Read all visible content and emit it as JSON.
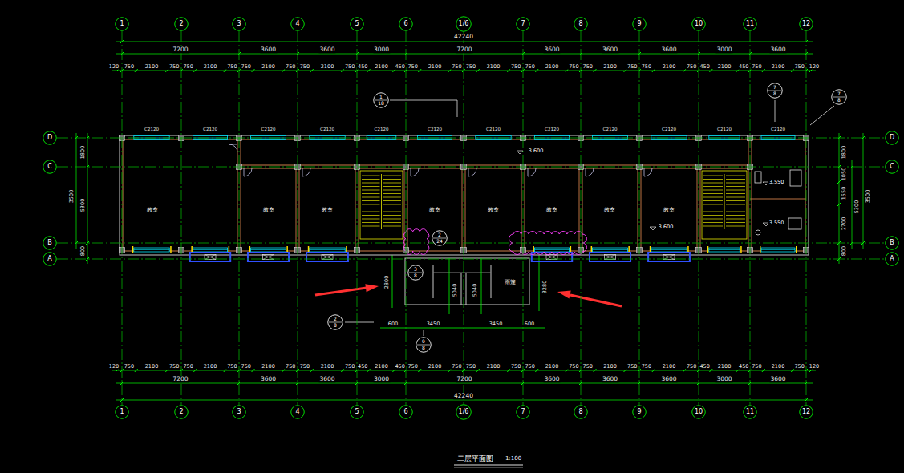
{
  "diagram": {
    "caption": "二层平面图",
    "nodes": [
      {
        "text": [
          "1"
        ]
      },
      {
        "text": [
          "2"
        ]
      },
      {
        "text": [
          "3"
        ]
      },
      {
        "text": [
          "4"
        ]
      },
      {
        "text": [
          "5"
        ]
      },
      {
        "text": [
          "6"
        ]
      },
      {
        "text": [
          "1/6"
        ]
      },
      {
        "text": [
          "7"
        ]
      },
      {
        "text": [
          "8"
        ]
      },
      {
        "text": [
          "9"
        ]
      },
      {
        "text": [
          "10"
        ]
      },
      {
        "text": [
          "11"
        ]
      },
      {
        "text": [
          "12"
        ]
      },
      {
        "text": [
          "D"
        ]
      },
      {
        "text": [
          "C"
        ]
      },
      {
        "text": [
          "B"
        ]
      },
      {
        "text": [
          "A"
        ]
      },
      {
        "text": [
          "D"
        ]
      },
      {
        "text": [
          "C"
        ]
      },
      {
        "text": [
          "B"
        ]
      },
      {
        "text": [
          "A"
        ]
      },
      {
        "text": [
          "1"
        ]
      },
      {
        "text": [
          "2"
        ]
      },
      {
        "text": [
          "3"
        ]
      },
      {
        "text": [
          "4"
        ]
      },
      {
        "text": [
          "5"
        ]
      },
      {
        "text": [
          "6"
        ]
      },
      {
        "text": [
          "1/6"
        ]
      },
      {
        "text": [
          "7"
        ]
      },
      {
        "text": [
          "8"
        ]
      },
      {
        "text": [
          "9"
        ]
      },
      {
        "text": [
          "10"
        ]
      },
      {
        "text": [
          "11"
        ]
      },
      {
        "text": [
          "12"
        ]
      },
      {
        "text": [
          "1",
          "18"
        ]
      },
      {
        "text": [
          "7",
          "8"
        ]
      },
      {
        "text": [
          "7",
          "8"
        ]
      },
      {
        "text": [
          "2",
          "24"
        ]
      },
      {
        "text": [
          "3",
          "8"
        ]
      },
      {
        "text": [
          "2",
          "8"
        ]
      },
      {
        "text": [
          "9",
          "8"
        ]
      }
    ],
    "edges": [
      {
        "from": 0,
        "to": 21,
        "arrow": "none"
      },
      {
        "from": 1,
        "to": 22,
        "arrow": "none"
      },
      {
        "from": 2,
        "to": 23,
        "arrow": "none"
      },
      {
        "from": 3,
        "to": 24,
        "arrow": "none"
      },
      {
        "from": 4,
        "to": 25,
        "arrow": "none"
      },
      {
        "from": 5,
        "to": 26,
        "arrow": "none"
      },
      {
        "from": 6,
        "to": 27,
        "arrow": "none"
      },
      {
        "from": 7,
        "to": 28,
        "arrow": "none"
      },
      {
        "from": 8,
        "to": 29,
        "arrow": "none"
      },
      {
        "from": 9,
        "to": 30,
        "arrow": "none"
      },
      {
        "from": 10,
        "to": 31,
        "arrow": "none"
      },
      {
        "from": 11,
        "to": 32,
        "arrow": "none"
      },
      {
        "from": 12,
        "to": 33,
        "arrow": "none"
      },
      {
        "from": 13,
        "to": 17,
        "arrow": "none"
      },
      {
        "from": 14,
        "to": 18,
        "arrow": "none"
      },
      {
        "from": 15,
        "to": 19,
        "arrow": "none"
      },
      {
        "from": 16,
        "to": 20,
        "arrow": "none"
      }
    ],
    "labels": [
      "42240",
      "7200",
      "3600",
      "3600",
      "3000",
      "7200",
      "3600",
      "3600",
      "3600",
      "3000",
      "3600",
      "120",
      "750",
      "2100",
      "750",
      "750",
      "2100",
      "750",
      "750",
      "2100",
      "750",
      "750",
      "2100",
      "750",
      "450",
      "2100",
      "450",
      "750",
      "2100",
      "750",
      "750",
      "2100",
      "750",
      "750",
      "2100",
      "750",
      "750",
      "2100",
      "750",
      "750",
      "2100",
      "750",
      "450",
      "2100",
      "450",
      "750",
      "2100",
      "750",
      "120",
      "120",
      "750",
      "2100",
      "750",
      "750",
      "2100",
      "750",
      "750",
      "2100",
      "750",
      "750",
      "2100",
      "750",
      "450",
      "2100",
      "450",
      "750",
      "2100",
      "750",
      "750",
      "2100",
      "750",
      "750",
      "2100",
      "750",
      "750",
      "2100",
      "750",
      "750",
      "2100",
      "750",
      "450",
      "2100",
      "450",
      "750",
      "2100",
      "750",
      "120",
      "7200",
      "3600",
      "3600",
      "3000",
      "7200",
      "3600",
      "3600",
      "3600",
      "3000",
      "3600",
      "42240",
      "1800",
      "5300",
      "800",
      "3500",
      "1800",
      "1050",
      "1550",
      "2700",
      "800",
      "5300",
      "3500",
      "C2120",
      "C2120",
      "C2120",
      "C2120",
      "C2120",
      "C2120",
      "C2120",
      "C2120",
      "C2120",
      "C2120",
      "C2120",
      "C2120",
      "教室",
      "教室",
      "教室",
      "教室",
      "教室",
      "教室",
      "教室",
      "教室",
      "3.600",
      "3.600",
      "3.550",
      "3.550",
      "2800",
      "3280",
      "5040",
      "5040",
      "600",
      "3450",
      "3450",
      "600",
      "雨篷",
      "1:100"
    ]
  }
}
